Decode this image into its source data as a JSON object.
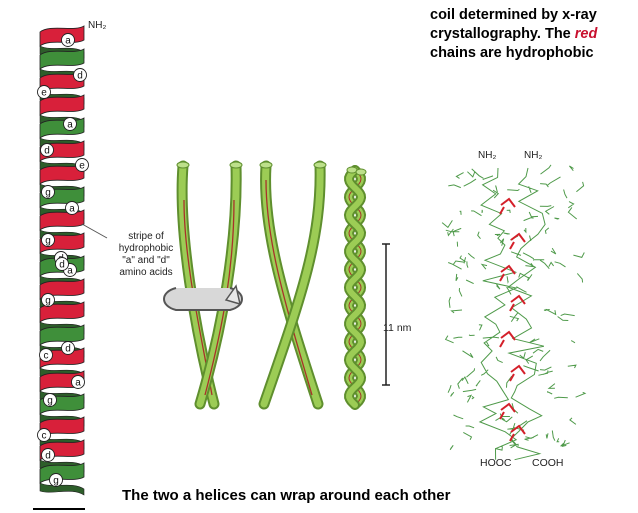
{
  "description_text": {
    "line1": "coil determined by x-ray",
    "line2": "crystallography. The ",
    "line2_red": "red",
    "line3": "chains are hydrophobic"
  },
  "helix_wheel": {
    "n_terminus_label": "NH₂",
    "residue_letters": [
      "a",
      "d",
      "e",
      "a",
      "d",
      "e",
      "g",
      "a",
      "d",
      "a",
      "g",
      "d",
      "c",
      "d",
      "g",
      "a",
      "g",
      "c",
      "d",
      "g"
    ],
    "stripe_label": {
      "line1": "stripe of",
      "line2": "hydrophobic",
      "line3": "\"a\" and \"d\"",
      "line4": "amino acids"
    }
  },
  "scale_bar": {
    "label": "11 nm"
  },
  "atomic_model": {
    "top_labels": [
      "NH₂",
      "NH₂"
    ],
    "bottom_labels": [
      "HOOC",
      "COOH"
    ]
  },
  "caption": "The two a helices can wrap around each other",
  "colors": {
    "helix_red": "#d8203a",
    "helix_green": "#3f8f3a",
    "coil_green": "#8cc44e",
    "coil_red_stripe": "#a8322a",
    "model_green": "#4f9a4a",
    "model_red": "#d4202a"
  }
}
